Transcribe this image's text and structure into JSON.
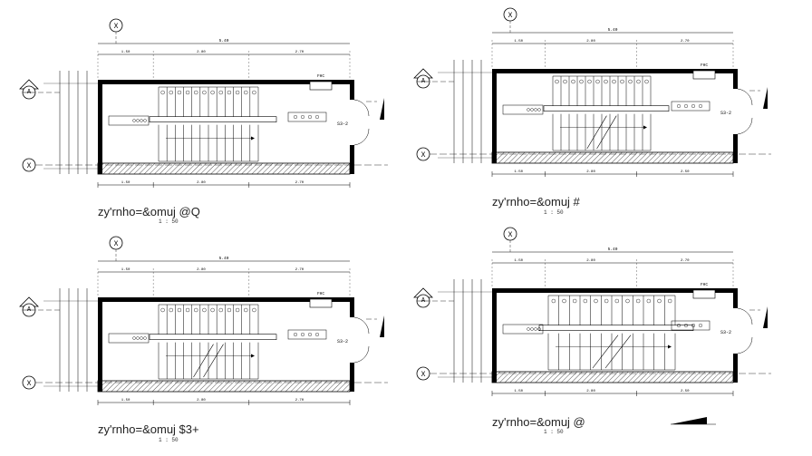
{
  "plans": [
    {
      "id": "plan-1",
      "caption": "zy'rnho=&omuj @Q",
      "scale": "1 : 50",
      "grid_label": "X",
      "section_label": "A",
      "unit_tag": "S3-2",
      "overall_dim": "5.40",
      "top_dims": [
        "1.50",
        "2.80",
        "2.70"
      ],
      "bottom_dims": [
        "1.50",
        "2.80",
        "2.70"
      ],
      "fhc_label": "FHC"
    },
    {
      "id": "plan-2",
      "caption": "zy'rnho=&omuj #",
      "scale": "1 : 50",
      "grid_label": "X",
      "section_label": "A",
      "unit_tag": "S3-2",
      "overall_dim": "5.40",
      "top_dims": [
        "1.50",
        "2.80",
        "2.70"
      ],
      "bottom_dims": [
        "1.50",
        "2.80",
        "2.50"
      ],
      "fhc_label": "FHC"
    },
    {
      "id": "plan-3",
      "caption": "zy'rnho=&omuj $3+",
      "scale": "1 : 50",
      "grid_label": "X",
      "section_label": "A",
      "unit_tag": "S3-2",
      "overall_dim": "5.40",
      "top_dims": [
        "1.50",
        "2.80",
        "2.70"
      ],
      "bottom_dims": [
        "1.50",
        "2.80",
        "2.70"
      ],
      "fhc_label": "FHC"
    },
    {
      "id": "plan-4",
      "caption": "zy'rnho=&omuj @",
      "scale": "1 : 50",
      "grid_label": "X",
      "section_label": "A",
      "unit_tag": "S3-2",
      "overall_dim": "5.40",
      "top_dims": [
        "1.50",
        "2.80",
        "2.70"
      ],
      "bottom_dims": [
        "1.50",
        "2.80",
        "2.50"
      ],
      "fhc_label": "FHC"
    }
  ],
  "colors": {
    "line": "#000000",
    "hatch": "#555555",
    "paper": "#ffffff"
  }
}
